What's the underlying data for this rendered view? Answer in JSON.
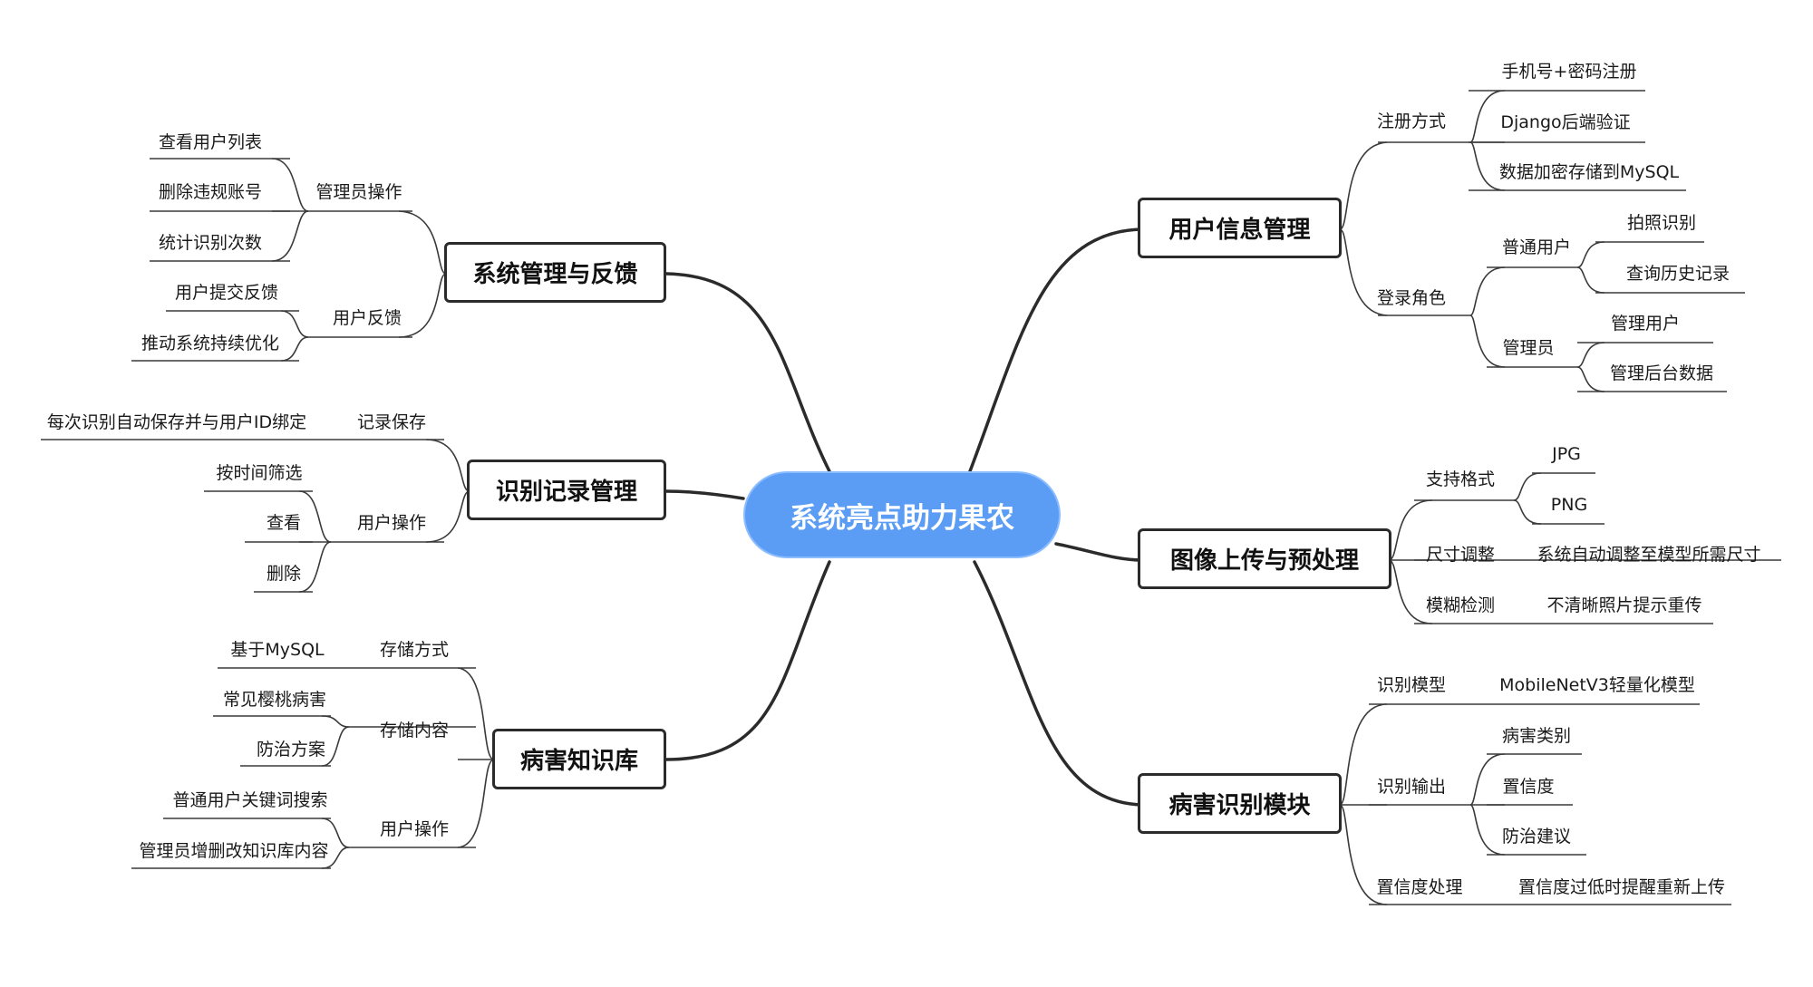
{
  "center": "系统亮点助力果农",
  "right": {
    "user_info": {
      "title": "用户信息管理",
      "register": {
        "label": "注册方式",
        "items": [
          "手机号+密码注册",
          "Django后端验证",
          "数据加密存储到MySQL"
        ]
      },
      "login": {
        "label": "登录角色",
        "normal": {
          "label": "普通用户",
          "items": [
            "拍照识别",
            "查询历史记录"
          ]
        },
        "admin": {
          "label": "管理员",
          "items": [
            "管理用户",
            "管理后台数据"
          ]
        }
      }
    },
    "image": {
      "title": "图像上传与预处理",
      "format": {
        "label": "支持格式",
        "items": [
          "JPG",
          "PNG"
        ]
      },
      "resize": {
        "label": "尺寸调整",
        "value": "系统自动调整至模型所需尺寸"
      },
      "blur": {
        "label": "模糊检测",
        "value": "不清晰照片提示重传"
      }
    },
    "disease": {
      "title": "病害识别模块",
      "model": {
        "label": "识别模型",
        "value": "MobileNetV3轻量化模型"
      },
      "output": {
        "label": "识别输出",
        "items": [
          "病害类别",
          "置信度",
          "防治建议"
        ]
      },
      "confidence": {
        "label": "置信度处理",
        "value": "置信度过低时提醒重新上传"
      }
    }
  },
  "left": {
    "system": {
      "title": "系统管理与反馈",
      "admin_ops": {
        "label": "管理员操作",
        "items": [
          "查看用户列表",
          "删除违规账号",
          "统计识别次数"
        ]
      },
      "feedback": {
        "label": "用户反馈",
        "items": [
          "用户提交反馈",
          "推动系统持续优化"
        ]
      }
    },
    "records": {
      "title": "识别记录管理",
      "save": {
        "label": "记录保存",
        "value": "每次识别自动保存并与用户ID绑定"
      },
      "ops": {
        "label": "用户操作",
        "items": [
          "按时间筛选",
          "查看",
          "删除"
        ]
      }
    },
    "knowledge": {
      "title": "病害知识库",
      "storage": {
        "label": "存储方式",
        "value": "基于MySQL"
      },
      "content": {
        "label": "存储内容",
        "items": [
          "常见樱桃病害",
          "防治方案"
        ]
      },
      "ops": {
        "label": "用户操作",
        "items": [
          "普通用户关键词搜索",
          "管理员增删改知识库内容"
        ]
      }
    }
  }
}
